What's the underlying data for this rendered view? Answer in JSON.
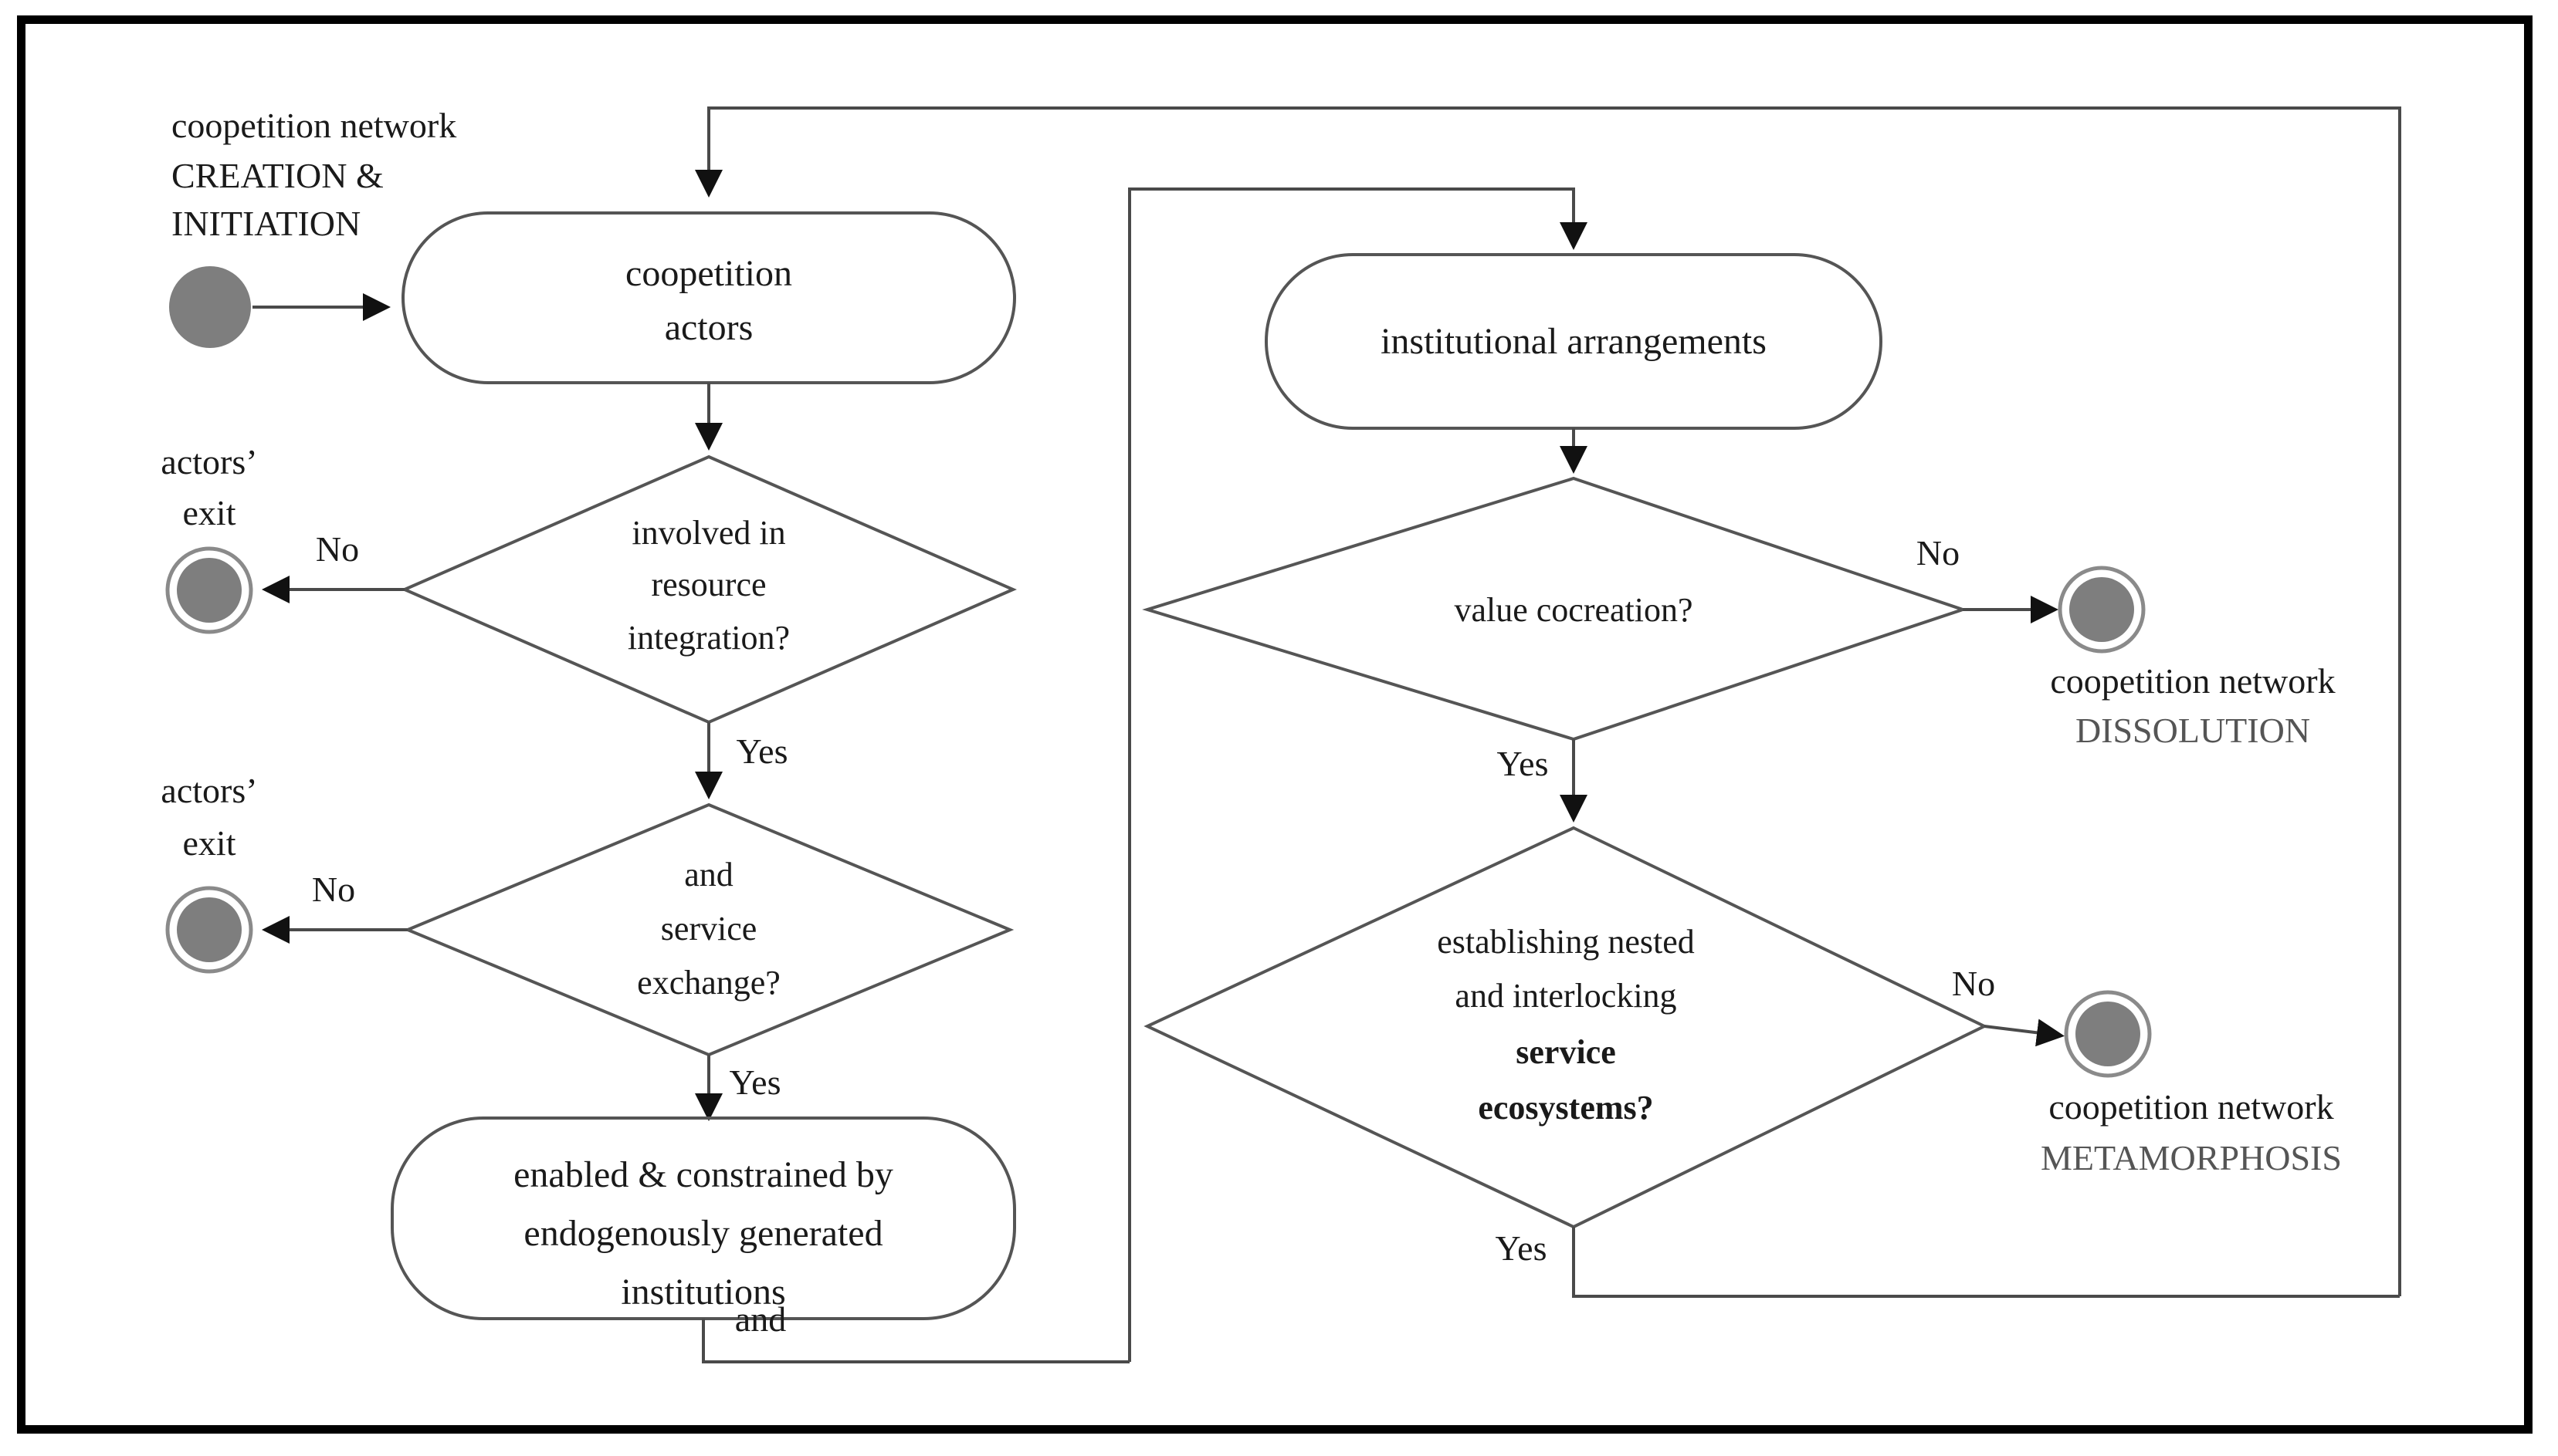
{
  "diagram": {
    "title": "coopetition network lifecycle activity diagram",
    "type": "flowchart",
    "colors": {
      "node_fill": "#7e7e7e",
      "shape_stroke": "#555555",
      "frame": "#000000",
      "text": "#1a1a1a",
      "dim_text": "#555555"
    },
    "start_node": {
      "caption_line1": "coopetition network",
      "caption_line2": "CREATION &",
      "caption_line3": "INITIATION",
      "kind": "filled-circle"
    },
    "activities": [
      {
        "id": "coopetition-actors",
        "line1": "coopetition",
        "line2": "actors"
      },
      {
        "id": "institutions",
        "line1": "enabled & constrained by",
        "line2": "endogenously generated",
        "line3": "institutions"
      },
      {
        "id": "institutional-arrangements",
        "line1": "institutional arrangements"
      }
    ],
    "decisions": [
      {
        "id": "resource-integration",
        "line1": "involved in",
        "line2": "resource",
        "line3": "integration?",
        "no_label": "No",
        "yes_label": "Yes"
      },
      {
        "id": "service-exchange",
        "line1": "and",
        "line2": "service",
        "line3": "exchange?",
        "no_label": "No",
        "yes_label": "Yes"
      },
      {
        "id": "value-cocreation",
        "line1": "value cocreation?",
        "no_label": "No",
        "yes_label": "Yes"
      },
      {
        "id": "service-ecosystems",
        "line1": "establishing nested",
        "line2": "and interlocking",
        "line3": "service",
        "line4": "ecosystems?",
        "no_label": "No",
        "yes_label": "Yes"
      }
    ],
    "end_nodes": [
      {
        "id": "actors-exit-1",
        "caption_line1": "actors’",
        "caption_line2": "exit",
        "kind": "ringed-circle"
      },
      {
        "id": "actors-exit-2",
        "caption_line1": "actors’",
        "caption_line2": "exit",
        "kind": "ringed-circle"
      },
      {
        "id": "dissolution",
        "caption_line1": "coopetition network",
        "caption_line2": "DISSOLUTION",
        "kind": "ringed-circle"
      },
      {
        "id": "metamorphosis",
        "caption_line1": "coopetition network",
        "caption_line2": "METAMORPHOSIS",
        "kind": "ringed-circle"
      }
    ],
    "connector_labels": {
      "and": "and"
    }
  }
}
